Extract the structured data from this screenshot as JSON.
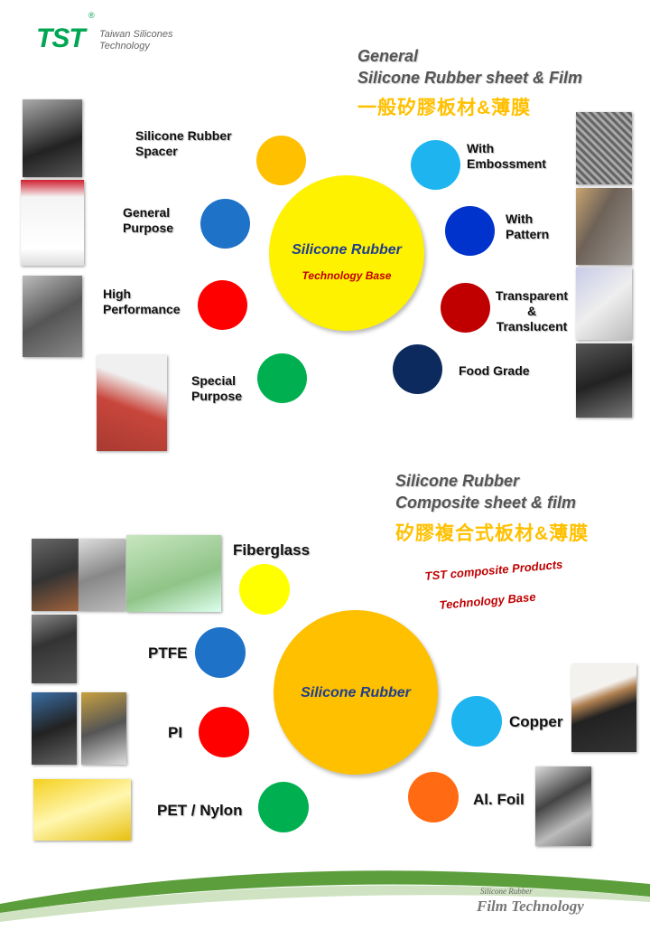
{
  "logo": {
    "mark": "TST",
    "line1": "Taiwan Silicones",
    "line2": "Technology",
    "reg": "®"
  },
  "section1": {
    "title_line1": "General",
    "title_line2": "Silicone Rubber sheet & Film",
    "title_zh": "一般矽膠板材&薄膜",
    "center_title": "Silicone Rubber",
    "center_sub": "Technology Base",
    "items": [
      {
        "label": "Silicone Rubber Spacer",
        "color": "#FFC000"
      },
      {
        "label": "General Purpose",
        "color": "#1E73C8"
      },
      {
        "label": "High Performance",
        "color": "#FF0000"
      },
      {
        "label": "Special Purpose",
        "color": "#00B050"
      },
      {
        "label": "With Embossment",
        "color": "#1EB4F0"
      },
      {
        "label": "With Pattern",
        "color": "#0033CC"
      },
      {
        "label": "Transparent & Translucent",
        "color": "#C00000"
      },
      {
        "label": "Food Grade",
        "color": "#0D2A5E"
      }
    ]
  },
  "section2": {
    "title_line1": "Silicone Rubber",
    "title_line2": "Composite sheet & film",
    "title_zh": "矽膠複合式板材&薄膜",
    "center_title": "Silicone Rubber",
    "tag_line1": "TST composite  Products",
    "tag_line2": "Technology Base",
    "items": [
      {
        "label": "Fiberglass",
        "color": "#FFFF00"
      },
      {
        "label": "PTFE",
        "color": "#1E73C8"
      },
      {
        "label": "PI",
        "color": "#FF0000"
      },
      {
        "label": "PET / Nylon",
        "color": "#00B050"
      },
      {
        "label": "Copper",
        "color": "#1EB4F0"
      },
      {
        "label": "Al. Foil",
        "color": "#FF6A13"
      }
    ]
  },
  "footer": {
    "small": "Silicone Rubber",
    "big": "Film Technology"
  }
}
